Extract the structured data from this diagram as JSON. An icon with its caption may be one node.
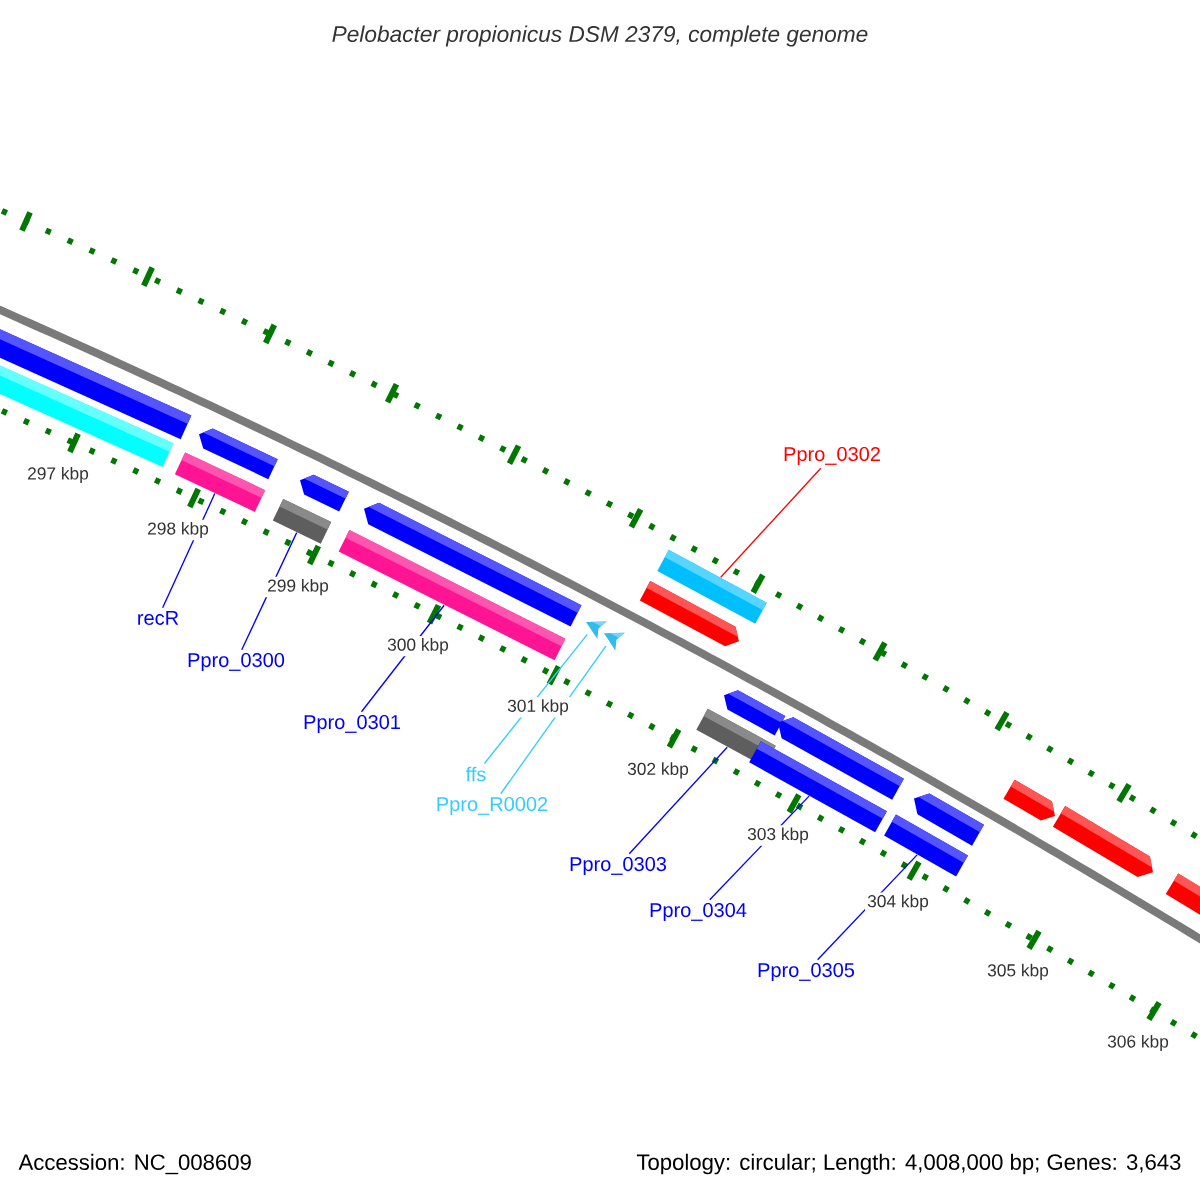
{
  "diagram": {
    "title": "Pelobacter propionicus DSM 2379, complete genome",
    "nodes": [
      {
        "text": [
          "recR"
        ]
      },
      {
        "text": [
          "Ppro_0300"
        ]
      },
      {
        "text": [
          "Ppro_0301"
        ]
      },
      {
        "text": [
          "ffs"
        ]
      },
      {
        "text": [
          "Ppro_R0002"
        ]
      },
      {
        "text": [
          "Ppro_0302"
        ]
      },
      {
        "text": [
          "Ppro_0303"
        ]
      },
      {
        "text": [
          "Ppro_0304"
        ]
      },
      {
        "text": [
          "Ppro_0305"
        ]
      },
      {
        "text": [],
        "shape": "bar"
      },
      {
        "text": [],
        "shape": "bar"
      },
      {
        "text": [],
        "shape": "bar"
      },
      {
        "text": [],
        "shape": "triangle"
      },
      {
        "text": [],
        "shape": "triangle"
      },
      {
        "text": [],
        "shape": "bar"
      },
      {
        "text": [],
        "shape": "bar"
      },
      {
        "text": [],
        "shape": "bar"
      },
      {
        "text": [],
        "shape": "bar"
      }
    ],
    "edges": [
      {
        "from": 0,
        "to": 9,
        "arrow": "none"
      },
      {
        "from": 1,
        "to": 10,
        "arrow": "none"
      },
      {
        "from": 2,
        "to": 11,
        "arrow": "none"
      },
      {
        "from": 3,
        "to": 12,
        "arrow": "none",
        "color": "#33ccff"
      },
      {
        "from": 4,
        "to": 13,
        "arrow": "none",
        "color": "#33ccff"
      },
      {
        "from": 5,
        "to": 14,
        "arrow": "none",
        "color": "#ff0000"
      },
      {
        "from": 6,
        "to": 15,
        "arrow": "none"
      },
      {
        "from": 7,
        "to": 16,
        "arrow": "none"
      },
      {
        "from": 8,
        "to": 17,
        "arrow": "none"
      }
    ],
    "labels": [
      "297 kbp",
      "298 kbp",
      "299 kbp",
      "300 kbp",
      "301 kbp",
      "302 kbp",
      "303 kbp",
      "304 kbp",
      "305 kbp",
      "306 kbp",
      "Accession: NC_008609",
      "Topology: circular; Length: 4,008,000 bp; Genes: 3,643"
    ]
  }
}
